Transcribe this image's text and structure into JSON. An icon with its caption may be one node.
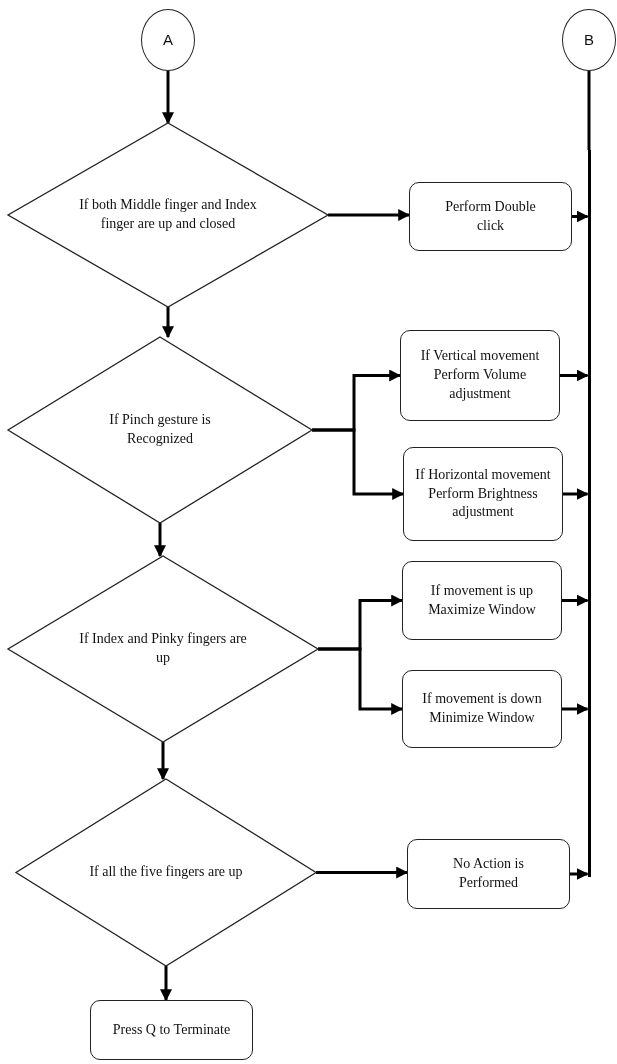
{
  "diagram": {
    "nodes": [
      {
        "text": [
          "A"
        ]
      },
      {
        "text": [
          "B"
        ]
      },
      {
        "text": [
          "If both Middle finger and Index finger are up and closed"
        ]
      },
      {
        "text": [
          "Perform Double click"
        ]
      },
      {
        "text": [
          "If Pinch gesture is Recognized"
        ]
      },
      {
        "text": [
          "If Vertical movement Perform Volume adjustment"
        ]
      },
      {
        "text": [
          "If Horizontal movement Perform Brightness adjustment"
        ]
      },
      {
        "text": [
          "If Index and Pinky fingers are up"
        ]
      },
      {
        "text": [
          "If movement is up Maximize Window"
        ]
      },
      {
        "text": [
          "If movement is down Minimize Window"
        ]
      },
      {
        "text": [
          "If all the five fingers are up"
        ]
      },
      {
        "text": [
          "No Action is Performed"
        ]
      },
      {
        "text": [
          "Press Q to Terminate"
        ]
      },
      {
        "text": [],
        "shape": "bar"
      }
    ],
    "edges": [
      {
        "from": 0,
        "to": 2,
        "arrow": "to"
      },
      {
        "from": 2,
        "to": 3,
        "arrow": "to"
      },
      {
        "from": 2,
        "to": 4,
        "arrow": "to"
      },
      {
        "from": 4,
        "to": 5,
        "arrow": "to"
      },
      {
        "from": 4,
        "to": 6,
        "arrow": "to"
      },
      {
        "from": 4,
        "to": 7,
        "arrow": "to"
      },
      {
        "from": 7,
        "to": 8,
        "arrow": "to"
      },
      {
        "from": 7,
        "to": 9,
        "arrow": "to"
      },
      {
        "from": 7,
        "to": 10,
        "arrow": "to"
      },
      {
        "from": 10,
        "to": 11,
        "arrow": "to"
      },
      {
        "from": 10,
        "to": 12,
        "arrow": "to"
      },
      {
        "from": 1,
        "to": 13,
        "arrow": "none"
      },
      {
        "from": 3,
        "to": 13,
        "arrow": "to"
      },
      {
        "from": 5,
        "to": 13,
        "arrow": "to"
      },
      {
        "from": 6,
        "to": 13,
        "arrow": "to"
      },
      {
        "from": 8,
        "to": 13,
        "arrow": "to"
      },
      {
        "from": 9,
        "to": 13,
        "arrow": "to"
      },
      {
        "from": 11,
        "to": 13,
        "arrow": "to"
      }
    ]
  }
}
